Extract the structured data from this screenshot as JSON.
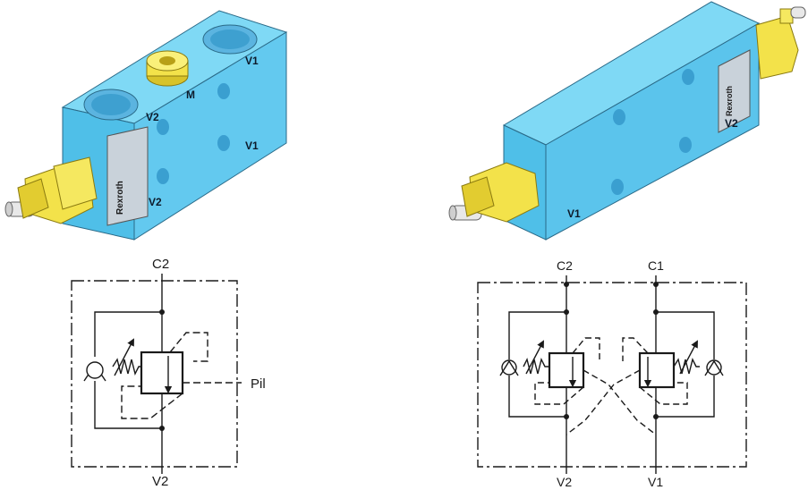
{
  "colors": {
    "valve_body_face": "#58c8ee",
    "valve_body_top": "#7fd9f5",
    "fitting_brass": "#f3e24a",
    "schematic_line": "#1a1a1a"
  },
  "left_valve_model": {
    "port_labels": {
      "v1_top": "V1",
      "v1_side": "V1",
      "v2_top": "V2",
      "v2_side": "V2",
      "m": "M"
    },
    "nameplate_brand": "Rexroth"
  },
  "right_valve_model": {
    "port_labels": {
      "v1": "V1",
      "v2": "V2"
    },
    "nameplate_brand": "Rexroth"
  },
  "left_schematic": {
    "ports": {
      "top": "C2",
      "bottom": "V2",
      "pilot": "Pil"
    }
  },
  "right_schematic": {
    "ports": {
      "top_left": "C2",
      "top_right": "C1",
      "bottom_left": "V2",
      "bottom_right": "V1"
    }
  }
}
